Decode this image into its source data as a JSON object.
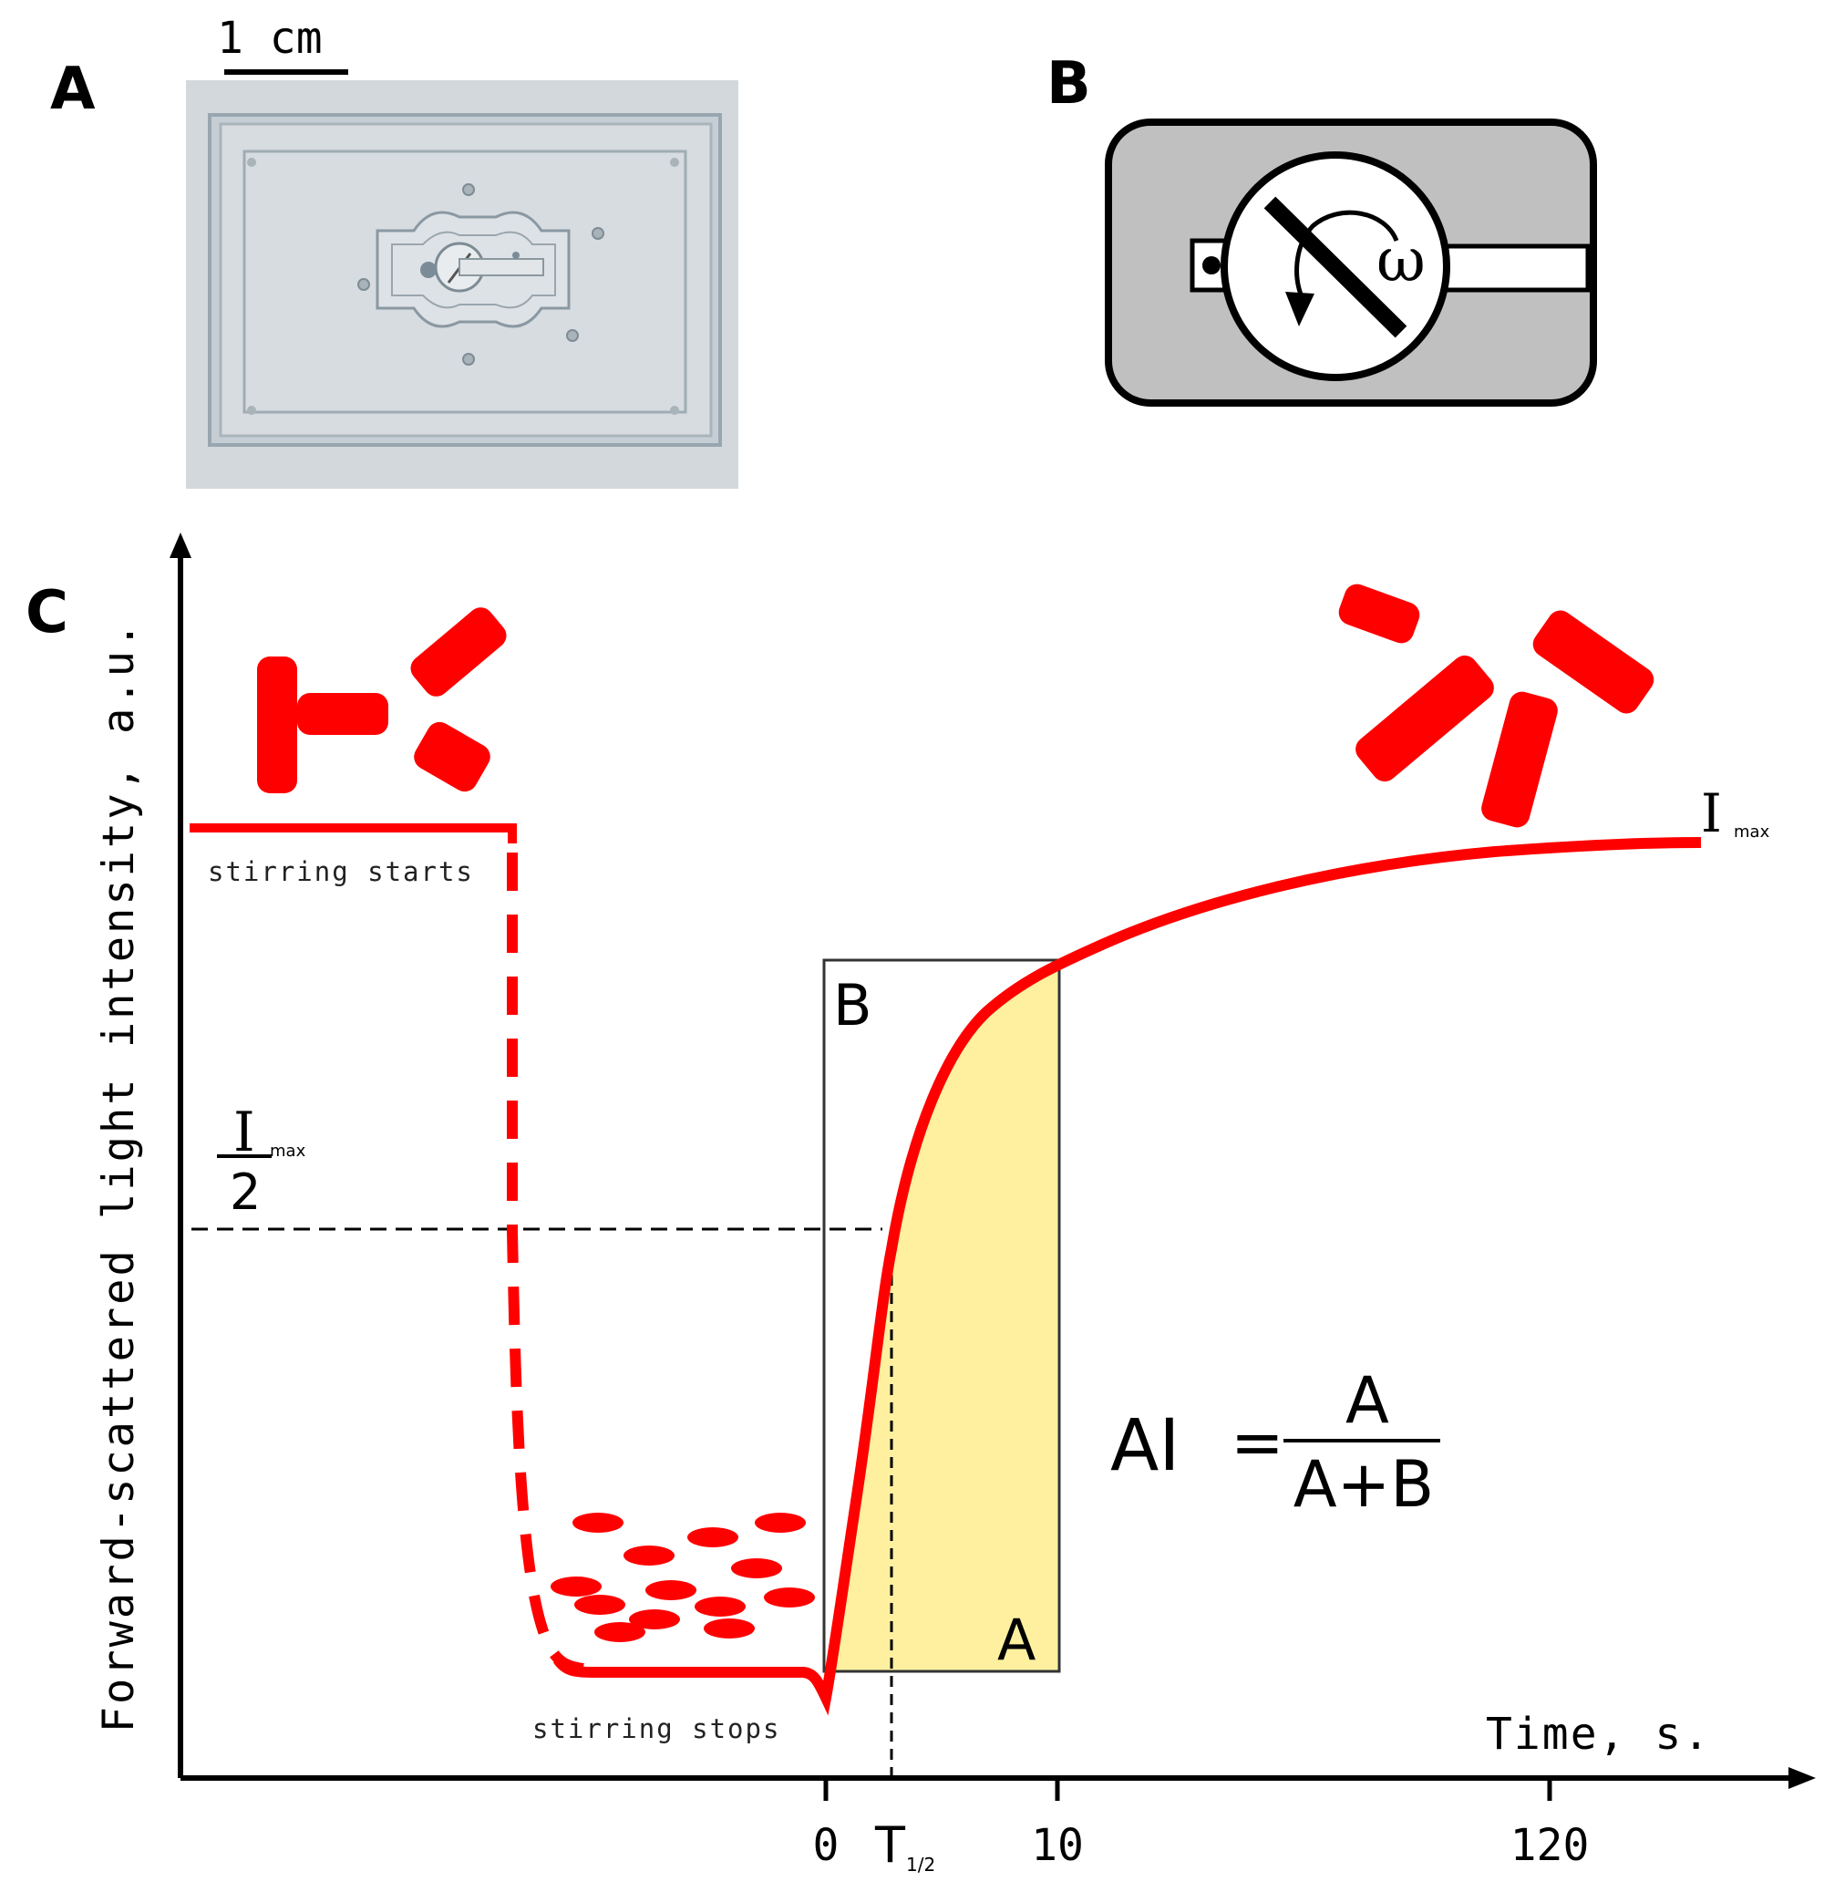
{
  "panels": {
    "a_label": "A",
    "b_label": "B",
    "c_label": "C"
  },
  "panel_a": {
    "scale_label": "1 cm"
  },
  "panel_b": {
    "omega_symbol": "ω"
  },
  "panel_c": {
    "y_axis_label": "Forward-scattered light intensity, a.u.",
    "x_axis_label": "Time, s.",
    "x_ticks": [
      "0",
      "10",
      "120"
    ],
    "t_half": {
      "main": "T",
      "sub": "1/2"
    },
    "i_max": {
      "main": "I",
      "sub": "max"
    },
    "i_max_half": {
      "main": "I",
      "sub": "max",
      "denominator": "2"
    },
    "stirring_starts": "stirring starts",
    "stirring_stops": "stirring stops",
    "region_a": "A",
    "region_b": "B",
    "formula": {
      "lhs": "AI",
      "eq": "=",
      "numerator": "A",
      "denominator": "A+B"
    },
    "colors": {
      "curve": "#ff0000",
      "area_a": "#fff0a0",
      "box": "#333333",
      "device_bg": "#c0c0c0"
    }
  }
}
